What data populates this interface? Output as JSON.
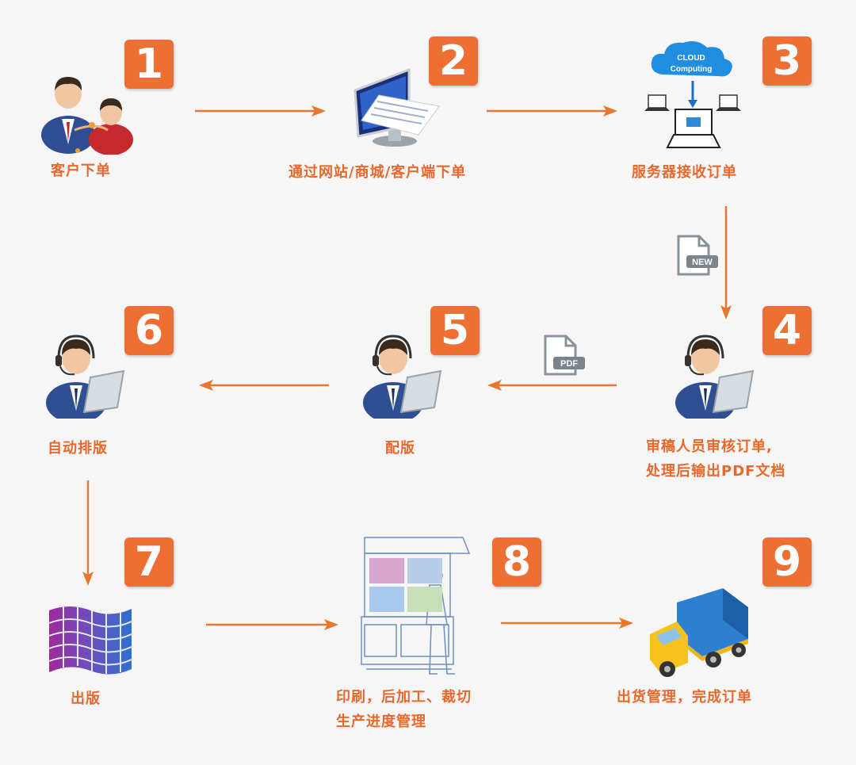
{
  "steps": [
    {
      "number": "1",
      "label": "客户下单"
    },
    {
      "number": "2",
      "label": "通过网站/商城/客户端下单"
    },
    {
      "number": "3",
      "label": "服务器接收订单"
    },
    {
      "number": "4",
      "label_lines": [
        "审稿人员审核订单,",
        "处理后输出PDF文档"
      ]
    },
    {
      "number": "5",
      "label": "配版"
    },
    {
      "number": "6",
      "label": "自动排版"
    },
    {
      "number": "7",
      "label": "出版"
    },
    {
      "number": "8",
      "label_lines": [
        "印刷，后加工、裁切",
        "生产进度管理"
      ]
    },
    {
      "number": "9",
      "label": "出货管理，完成订单"
    }
  ],
  "icons": {
    "cloud_line1": "CLOUD",
    "cloud_line2": "Computing",
    "new_doc": "NEW",
    "pdf_doc": "PDF"
  },
  "colors": {
    "accent": "#ee6f33",
    "label": "#e9682c",
    "arrow": "#e9762e"
  }
}
